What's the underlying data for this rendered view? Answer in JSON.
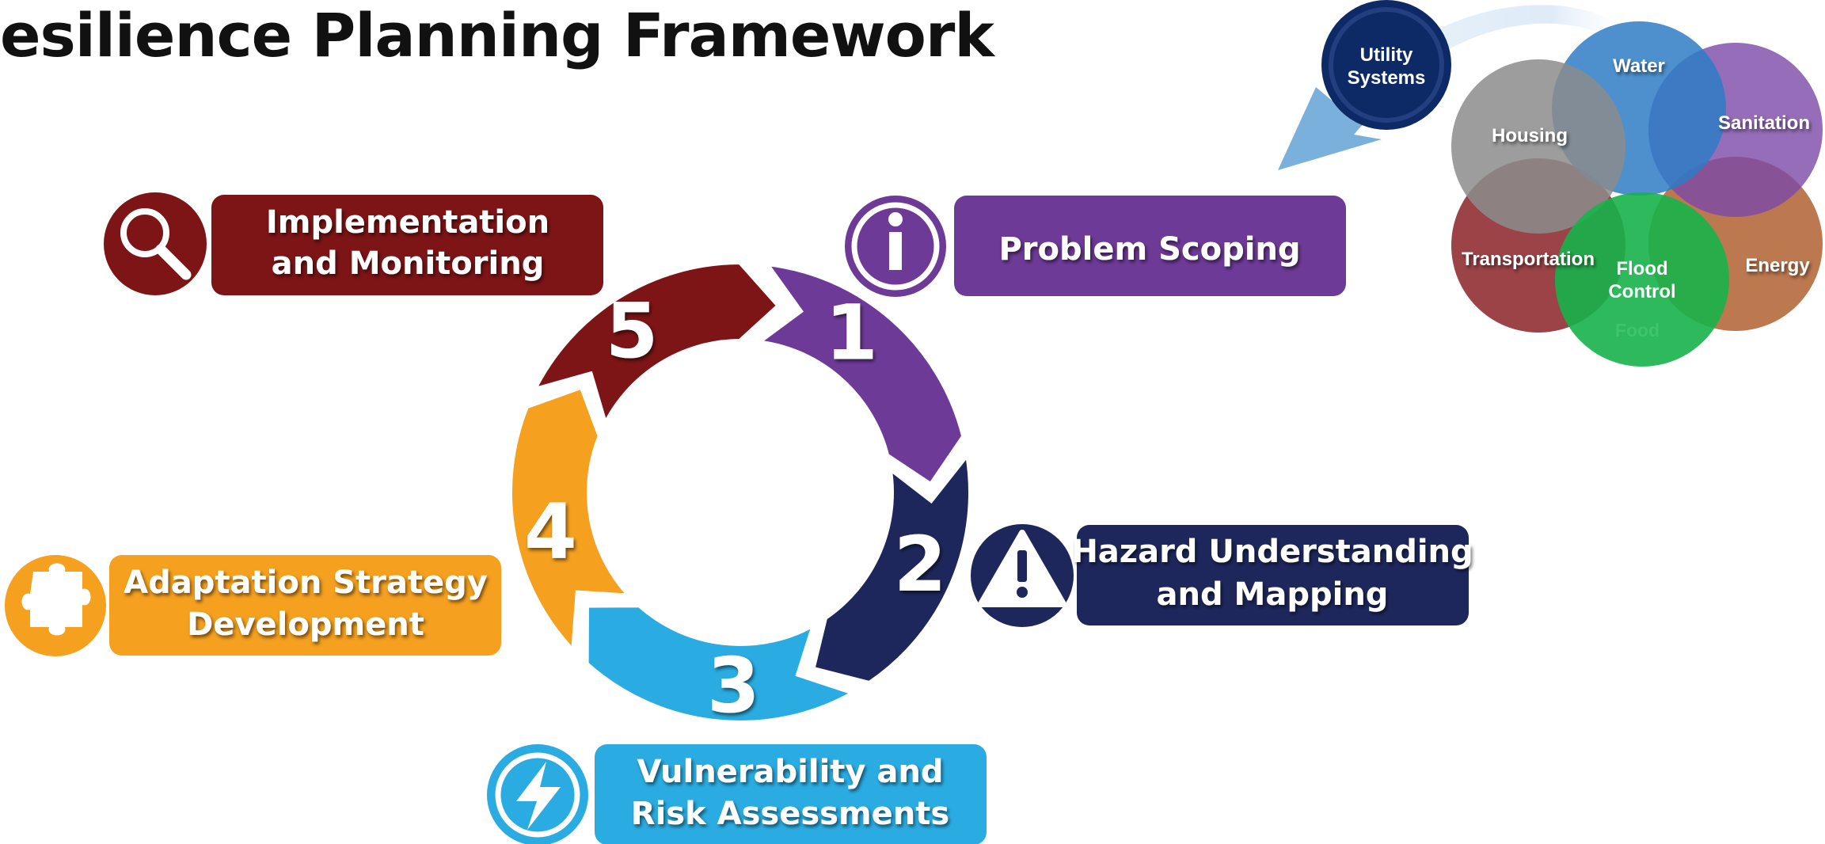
{
  "title": "esilience Planning Framework",
  "steps": [
    {
      "number": "1",
      "label_line1": "Problem Scoping",
      "label_line2": "",
      "color": "#6e3a98",
      "icon": "info-icon"
    },
    {
      "number": "2",
      "label_line1": "Hazard Understanding",
      "label_line2": "and Mapping",
      "color": "#1e275c",
      "icon": "warning-icon"
    },
    {
      "number": "3",
      "label_line1": "Vulnerability and",
      "label_line2": "Risk Assessments",
      "color": "#2aace2",
      "icon": "lightning-icon"
    },
    {
      "number": "4",
      "label_line1": "Adaptation Strategy",
      "label_line2": "Development",
      "color": "#f5a01f",
      "icon": "puzzle-icon"
    },
    {
      "number": "5",
      "label_line1": "Implementation",
      "label_line2": "and Monitoring",
      "color": "#7d1416",
      "icon": "magnifier-icon"
    }
  ],
  "venn": {
    "hub_line1": "Utility",
    "hub_line2": "Systems",
    "hub_color": "#0d2a66",
    "circles": [
      {
        "label": "Water",
        "color": "#2e7cc4"
      },
      {
        "label": "Housing",
        "color": "#8c8c8c"
      },
      {
        "label": "Sanitation",
        "color": "#7a48a8"
      },
      {
        "label": "Transportation",
        "color": "#8a2226"
      },
      {
        "label": "Energy",
        "color": "#b06030"
      },
      {
        "label": "Flood Control",
        "color": "#17b24a"
      }
    ],
    "food_label": "Food",
    "arrow_color": "#7ab0dc"
  }
}
